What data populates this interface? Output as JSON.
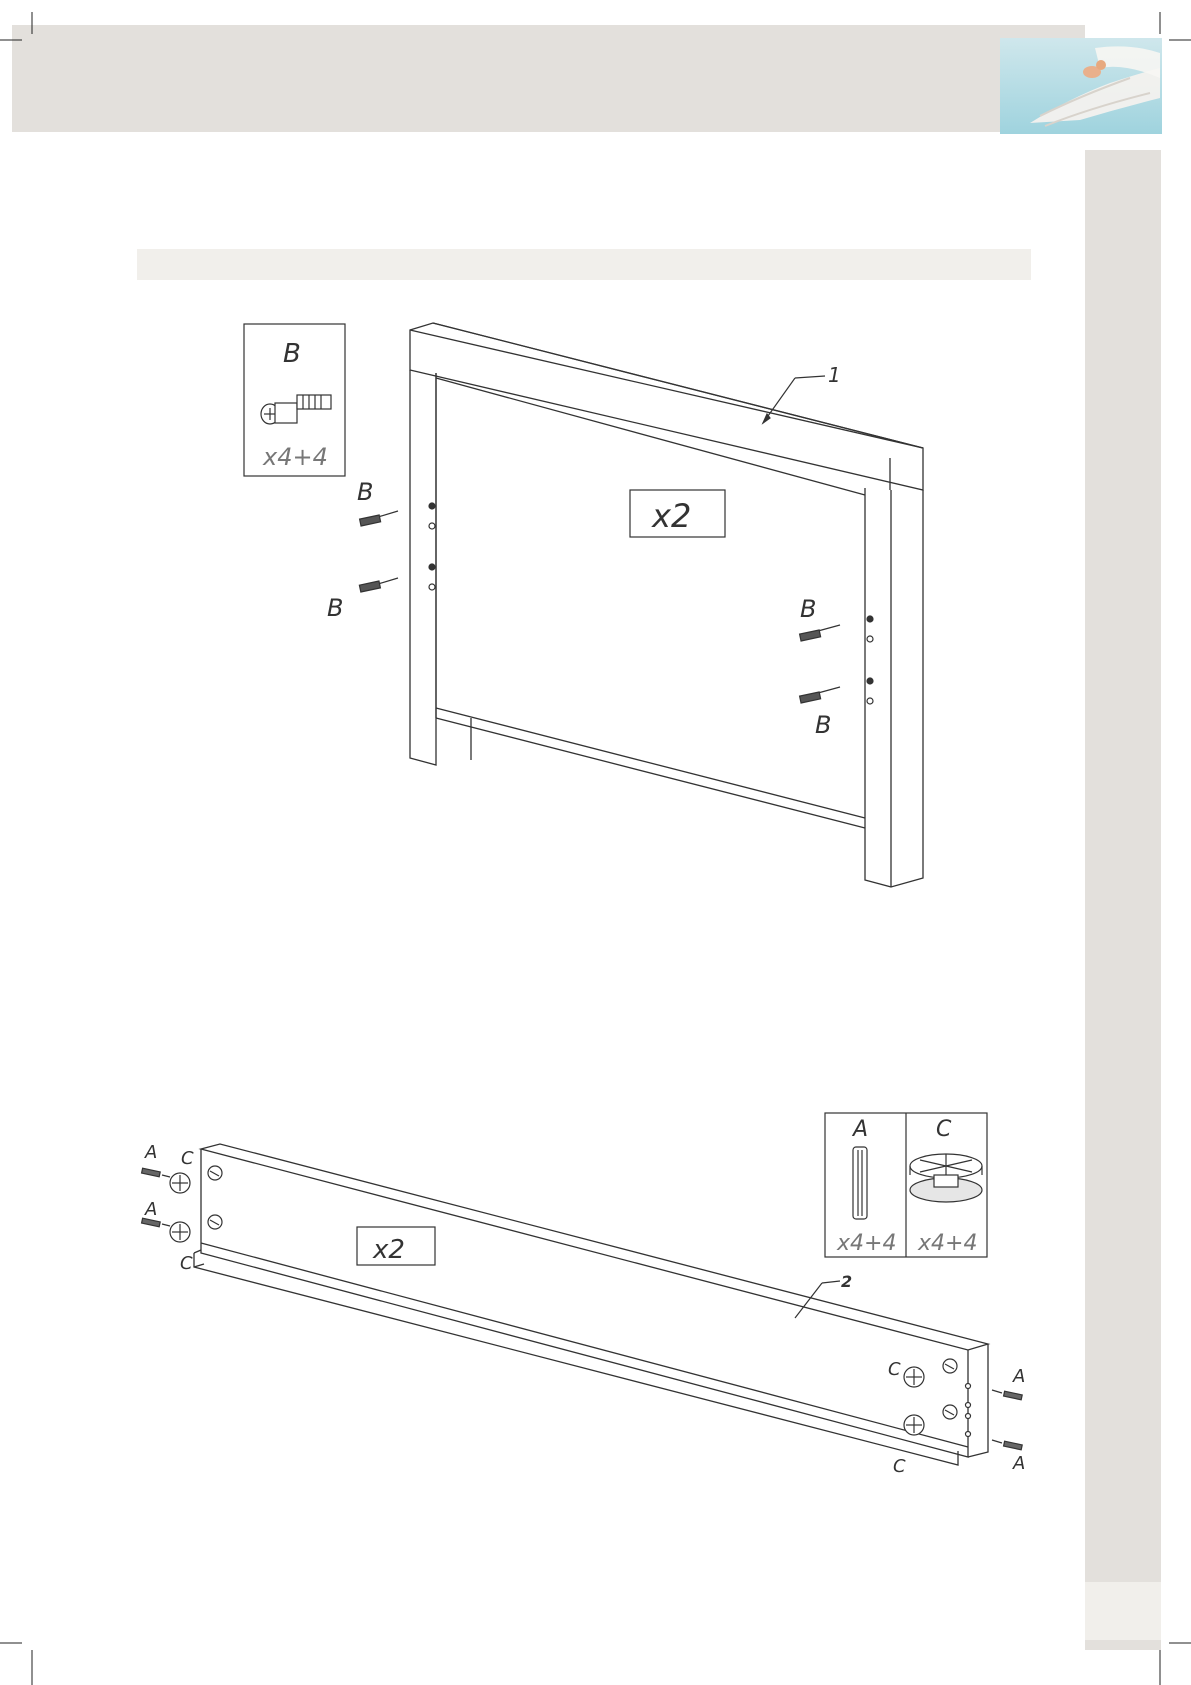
{
  "figure1": {
    "part_number": "1",
    "multiplier": "x2",
    "legend": {
      "letter": "B",
      "qty": "x4+4"
    },
    "labels": [
      "B",
      "B",
      "B",
      "B"
    ]
  },
  "figure2": {
    "part_number": "2",
    "multiplier": "x2",
    "legend": {
      "a_letter": "A",
      "a_qty": "x4+4",
      "c_letter": "C",
      "c_qty": "x4+4"
    },
    "labels_left": [
      "A",
      "C",
      "A",
      "C"
    ],
    "labels_right": [
      "C",
      "A",
      "A",
      "C"
    ]
  },
  "colors": {
    "header_band": "#e3e0dc",
    "title_bar": "#f1efeb",
    "line": "#333333"
  }
}
